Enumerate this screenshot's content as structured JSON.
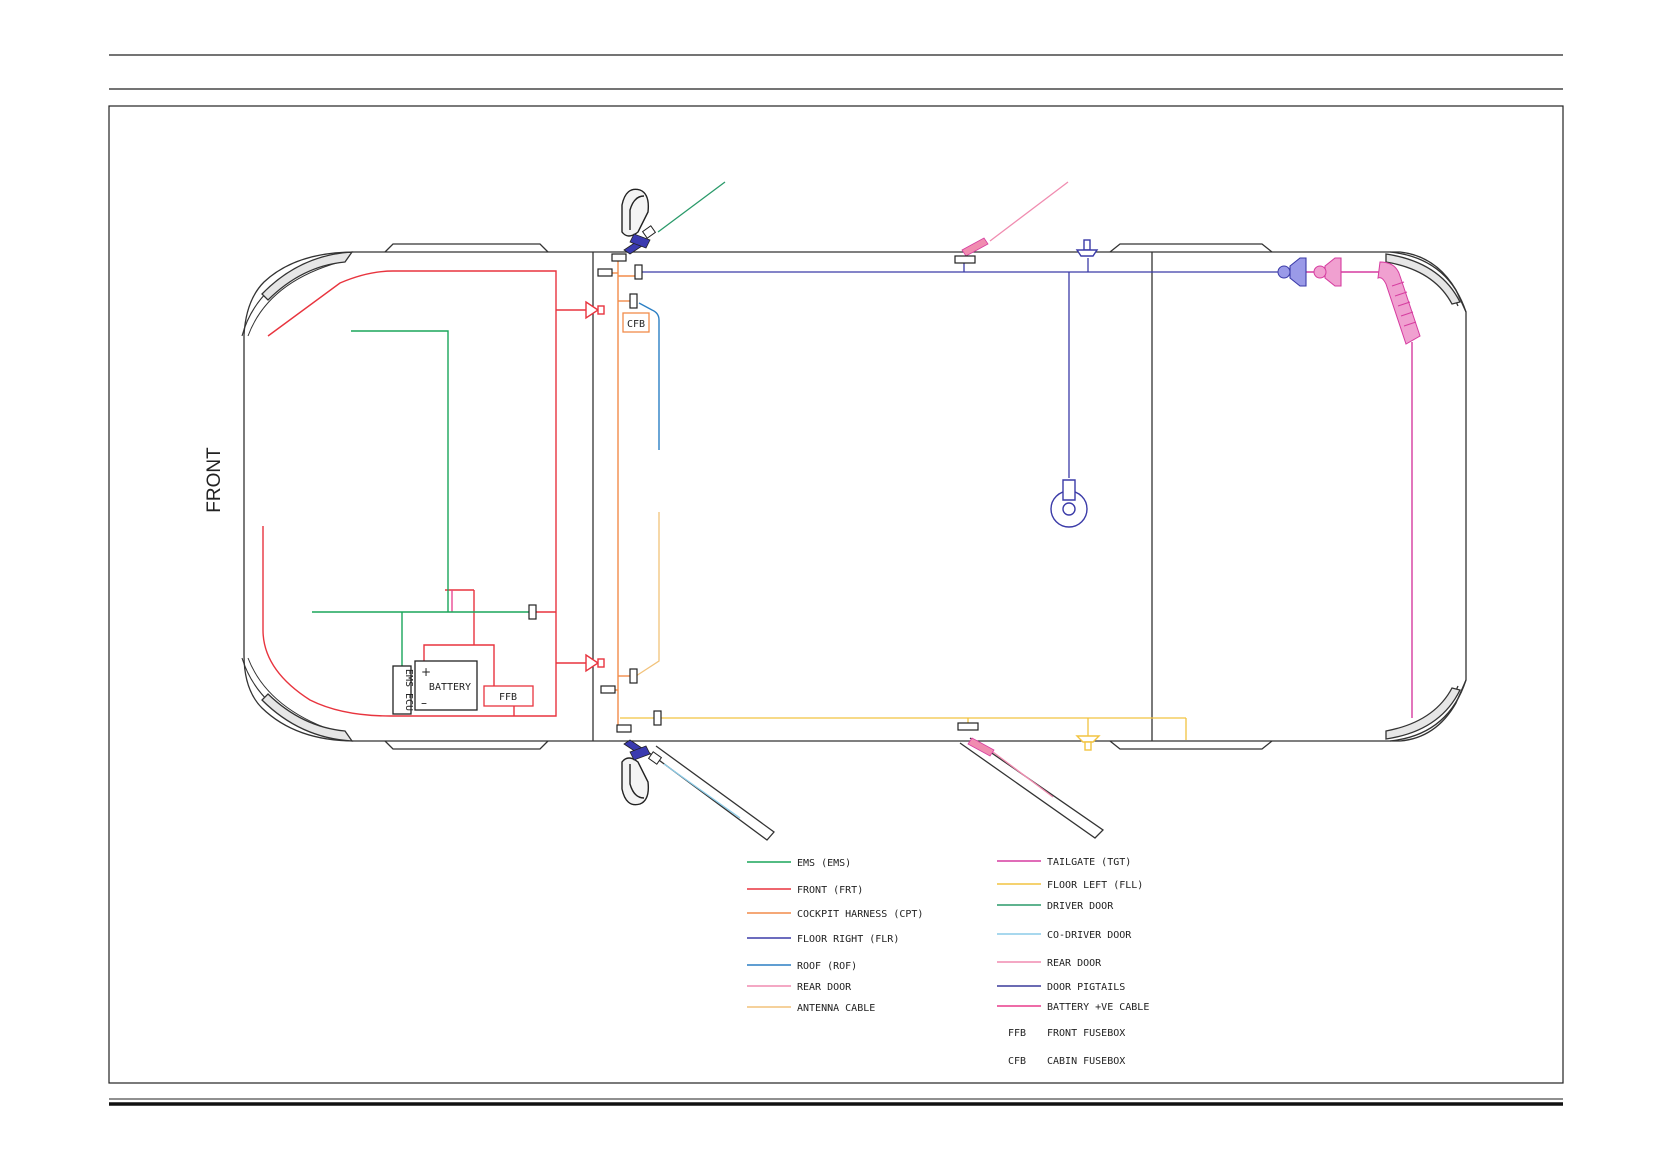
{
  "diagram": {
    "front_label": "FRONT",
    "components": {
      "battery": "BATTERY",
      "battery_plus": "+",
      "battery_minus": "–",
      "ems_ecu": "EMS ECU",
      "ffb": "FFB",
      "cfb": "CFB"
    }
  },
  "legend": {
    "left": [
      {
        "label": "EMS (EMS)",
        "color": "#1aa65a"
      },
      {
        "label": "FRONT (FRT)",
        "color": "#e8343e"
      },
      {
        "label": "COCKPIT HARNESS (CPT)",
        "color": "#f28c4a"
      },
      {
        "label": "FLOOR RIGHT (FLR)",
        "color": "#3b3ba8"
      },
      {
        "label": "ROOF (ROF)",
        "color": "#2b7fc4"
      },
      {
        "label": "REAR DOOR",
        "color": "#f08cb0"
      },
      {
        "label": "ANTENNA CABLE",
        "color": "#f2c27a"
      }
    ],
    "right": [
      {
        "label": "TAILGATE (TGT)",
        "color": "#d63ca0"
      },
      {
        "label": "FLOOR LEFT (FLL)",
        "color": "#f2c440"
      },
      {
        "label": "DRIVER DOOR",
        "color": "#2a9a6a"
      },
      {
        "label": "CO-DRIVER DOOR",
        "color": "#8ccce8"
      },
      {
        "label": "REAR DOOR",
        "color": "#f08cb0"
      },
      {
        "label": "DOOR PIGTAILS",
        "color": "#3a3a9a"
      },
      {
        "label": "BATTERY +VE CABLE",
        "color": "#e83c8c"
      }
    ],
    "abbreviations": [
      {
        "code": "FFB",
        "meaning": "FRONT FUSEBOX"
      },
      {
        "code": "CFB",
        "meaning": "CABIN FUSEBOX"
      }
    ]
  }
}
